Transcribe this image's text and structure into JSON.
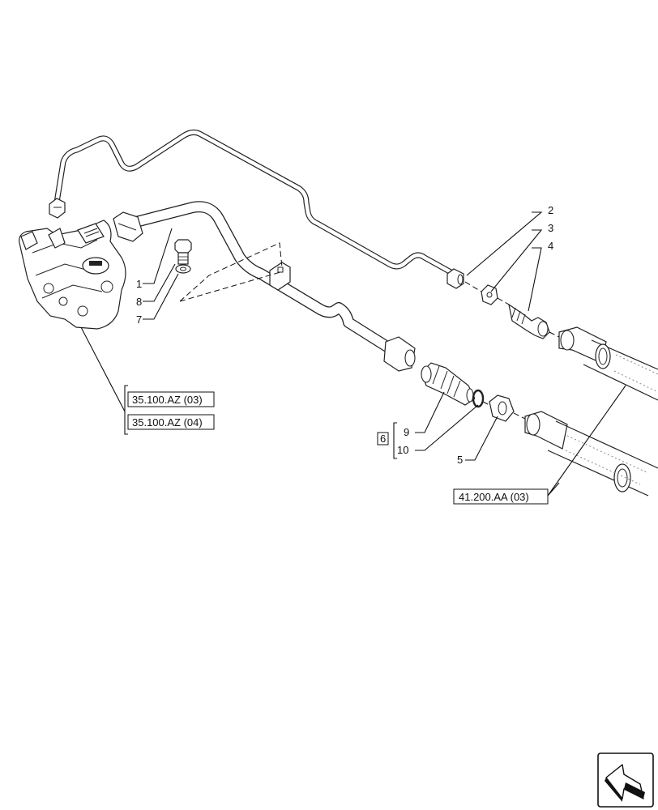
{
  "callouts": {
    "c1": "1",
    "c2": "2",
    "c3": "3",
    "c4": "4",
    "c5": "5",
    "c6": "6",
    "c7": "7",
    "c8": "8",
    "c9": "9",
    "c10": "10"
  },
  "references": {
    "valve_ref_1": "35.100.AZ (03)",
    "valve_ref_2": "35.100.AZ (04)",
    "hose_ref": "41.200.AA (03)"
  },
  "icons": {
    "navigation": "next-page-arrow-icon"
  }
}
